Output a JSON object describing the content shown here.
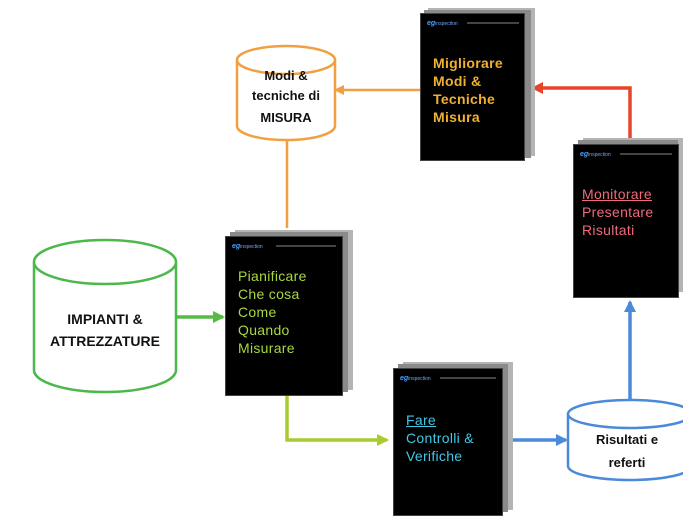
{
  "cylinders": {
    "modi": {
      "lines": [
        "Modi &",
        "tecniche di",
        "MISURA"
      ],
      "color": "#f0a040"
    },
    "impianti": {
      "lines": [
        "IMPIANTI &",
        "ATTREZZATURE"
      ],
      "color": "#4cb84c"
    },
    "risultati": {
      "lines": [
        "Risultati e",
        "referti"
      ],
      "color": "#4a8ad8"
    }
  },
  "cards": {
    "migliorare": {
      "brand": "inspection",
      "lines": [
        "Migliorare",
        "Modi &",
        "Tecniche",
        "Misura"
      ],
      "color": "#f0b030"
    },
    "pianificare": {
      "brand": "inspection",
      "lines": [
        "Pianificare",
        "Che cosa",
        "Come",
        "Quando",
        "Misurare"
      ],
      "color": "#a8d840"
    },
    "fare": {
      "brand": "inspection",
      "lines": [
        "Fare",
        "Controlli &",
        "Verifiche"
      ],
      "color": "#40c8e8"
    },
    "monitorare": {
      "brand": "inspection",
      "lines": [
        "Monitorare",
        "Presentare",
        "Risultati"
      ],
      "color": "#f06a7a"
    }
  },
  "arrows": {
    "orange": "#f0a040",
    "green": "#55bb44",
    "lime": "#a8cc30",
    "blue": "#4a8ad8",
    "red": "#e8442a"
  }
}
